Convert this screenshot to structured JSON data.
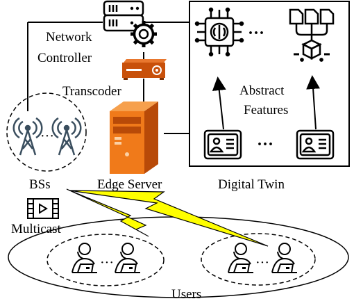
{
  "labels": {
    "network_controller_line1": "Network",
    "network_controller_line2": "Controller",
    "transcoder": "Transcoder",
    "abstract_features_line1": "Abstract",
    "abstract_features_line2": "Features",
    "bss": "BSs",
    "edge_server": "Edge Server",
    "digital_twin": "Digital Twin",
    "multicast": "Multicast",
    "users": "Users"
  },
  "ellipsis": "···",
  "colors": {
    "line": "#000000",
    "transcoder_body": "#c8500a",
    "transcoder_top": "#e8772e",
    "server_front": "#f07a1a",
    "server_side": "#b84a08",
    "lightning": "#ffff00",
    "tower": "#3a4e5e"
  },
  "icons": [
    "network-server-icon",
    "gear-icon",
    "transcoder-device-icon",
    "edge-server-icon",
    "base-station-tower-icon",
    "ai-chip-brain-icon",
    "network-documents-icon",
    "feature-profile-card-icon",
    "video-multicast-icon",
    "user-laptop-icon",
    "lightning-link-icon"
  ]
}
